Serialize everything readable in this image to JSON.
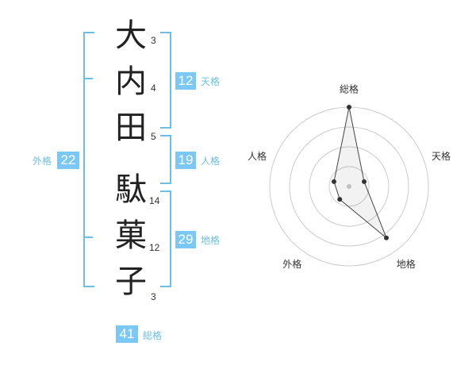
{
  "name": {
    "chars": [
      {
        "char": "大",
        "strokes": "3"
      },
      {
        "char": "内",
        "strokes": "4"
      },
      {
        "char": "田",
        "strokes": "5"
      },
      {
        "char": "駄",
        "strokes": "14"
      },
      {
        "char": "菓",
        "strokes": "12"
      },
      {
        "char": "子",
        "strokes": "3"
      }
    ]
  },
  "kaku": {
    "tenkaku": {
      "value": "12",
      "label": "天格"
    },
    "jinkaku": {
      "value": "19",
      "label": "人格"
    },
    "chikaku": {
      "value": "29",
      "label": "地格"
    },
    "gaikaku": {
      "value": "22",
      "label": "外格"
    },
    "soukaku": {
      "value": "41",
      "label": "総格"
    }
  },
  "colors": {
    "accent": "#7cc8f5",
    "line": "#6bbfe6"
  },
  "chart_data": {
    "type": "radar",
    "axes": [
      "総格",
      "天格",
      "地格",
      "外格",
      "人格"
    ],
    "values": [
      5,
      1,
      4,
      1,
      1
    ],
    "rmax": 5,
    "rings": 4
  }
}
